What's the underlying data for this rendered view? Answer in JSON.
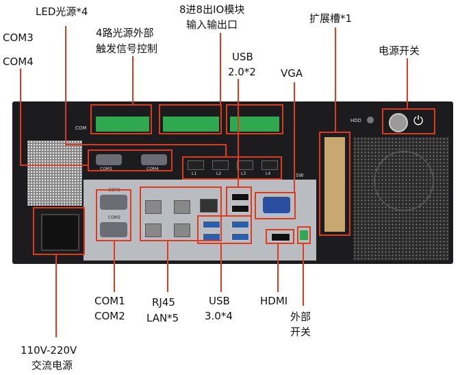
{
  "labels": {
    "com3": "COM3",
    "com4": "COM4",
    "led": "LED光源*4",
    "trigger_1": "4路光源外部",
    "trigger_2": "触发信号控制",
    "io_1": "8进8出IO模块",
    "io_2": "输入输出口",
    "usb2_1": "USB",
    "usb2_2": "2.0*2",
    "vga": "VGA",
    "expansion": "扩展槽*1",
    "power_switch": "电源开关",
    "power_1": "110V-220V",
    "power_2": "交流电源",
    "com1": "COM1",
    "com2": "COM2",
    "rj45_1": "RJ45",
    "rj45_2": "LAN*5",
    "usb3_1": "USB",
    "usb3_2": "3.0*4",
    "hdmi": "HDMI",
    "ext_sw_1": "外部",
    "ext_sw_2": "开关"
  },
  "device_text": {
    "com": "COM",
    "hdd": "HDD",
    "sw": "SW",
    "l1": "L1",
    "l2": "L2",
    "l3": "L3",
    "l4": "L4",
    "com3_port": "COM3",
    "com4_port": "COM4",
    "com1_port": "COM1",
    "com2_port": "COM2"
  },
  "colors": {
    "callout": "#e03a1e",
    "chassis": "#1c1c1e",
    "terminal": "#2fa84f"
  }
}
